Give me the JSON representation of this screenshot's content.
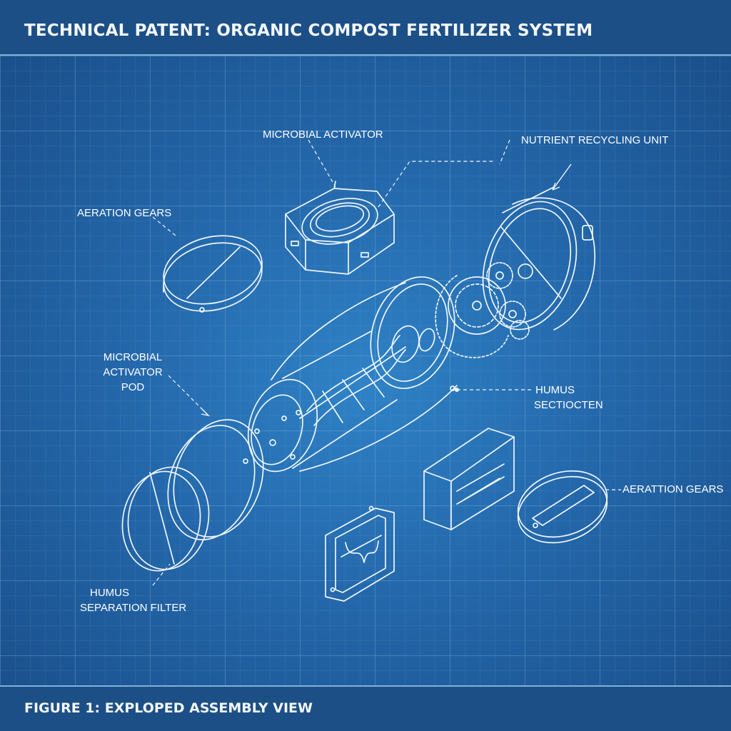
{
  "header": {
    "title": "TECHNICAL PATENT: ORGANIC COMPOST FERTILIZER SYSTEM"
  },
  "footer": {
    "caption": "FIGURE 1: EXPLOPED ASSEMBLY VIEW"
  },
  "labels": {
    "microbial_activator": "MICROBIAL ACTIVATOR",
    "nutrient_recycling_unit": "NUTRIENT RECYCLING UNIT",
    "aeration_gears_top": "AERATION GEARS",
    "microbial_activator_pod": [
      "MICROBIAL",
      "ACTIVATOR",
      "POD"
    ],
    "humus_section": [
      "HUMUS",
      "SECTIOCTEN"
    ],
    "aeration_gears_right": "AERATTION GEARS",
    "humus_separation_filter": [
      "HUMUS",
      "SEPARATION FILTER"
    ]
  },
  "colors": {
    "background": "#1d5a93",
    "header_band": "#1c4f86",
    "grid_line": "#6fa6d8",
    "line_art": "#eef6ff"
  }
}
